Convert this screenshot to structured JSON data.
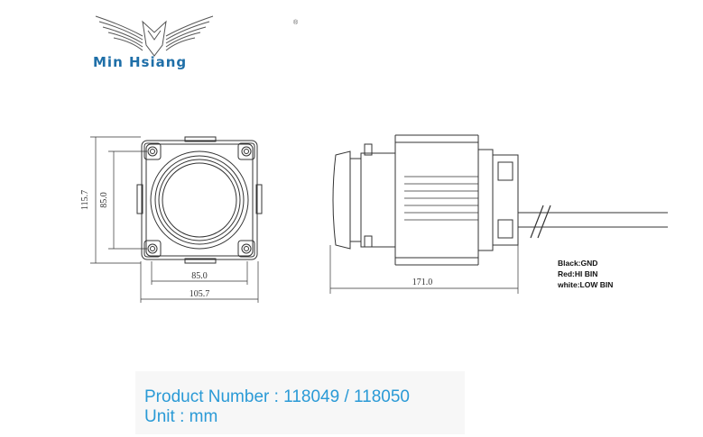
{
  "logo": {
    "brand_name": "Min Hsiang",
    "registered_mark": "®"
  },
  "front_view": {
    "height_outer": "115.7",
    "height_inner": "85.0",
    "width_inner": "85.0",
    "width_outer": "105.7"
  },
  "side_view": {
    "length": "171.0"
  },
  "wires": [
    {
      "label": "Black:GND"
    },
    {
      "label": "Red:HI BIN"
    },
    {
      "label": "white:LOW BIN"
    }
  ],
  "info": {
    "product_number": "Product Number : 118049 / 118050",
    "unit": "Unit : mm"
  },
  "colors": {
    "accent": "#2a9ad6",
    "brand": "#1f6fa8",
    "line": "#333333"
  }
}
